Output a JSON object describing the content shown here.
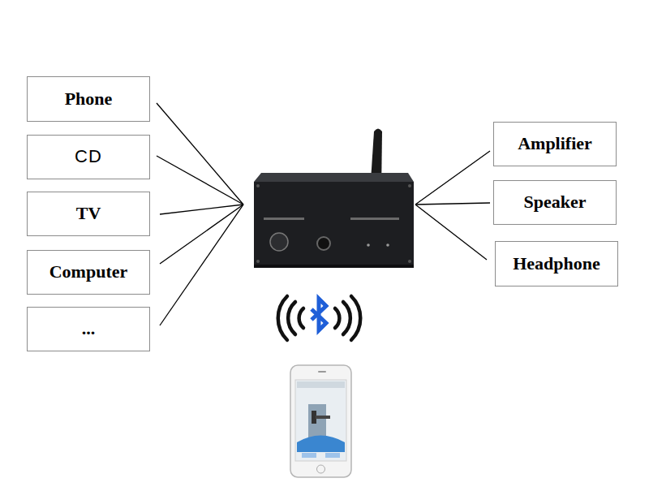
{
  "diagram": {
    "nodes": [
      {
        "text": [
          "Phone"
        ]
      },
      {
        "text": [
          "CD"
        ]
      },
      {
        "text": [
          "TV"
        ]
      },
      {
        "text": [
          "Computer"
        ]
      },
      {
        "text": [
          "..."
        ]
      },
      {
        "text": [
          "Amplifier"
        ]
      },
      {
        "text": [
          "Speaker"
        ]
      },
      {
        "text": [
          "Headphone"
        ]
      }
    ]
  }
}
